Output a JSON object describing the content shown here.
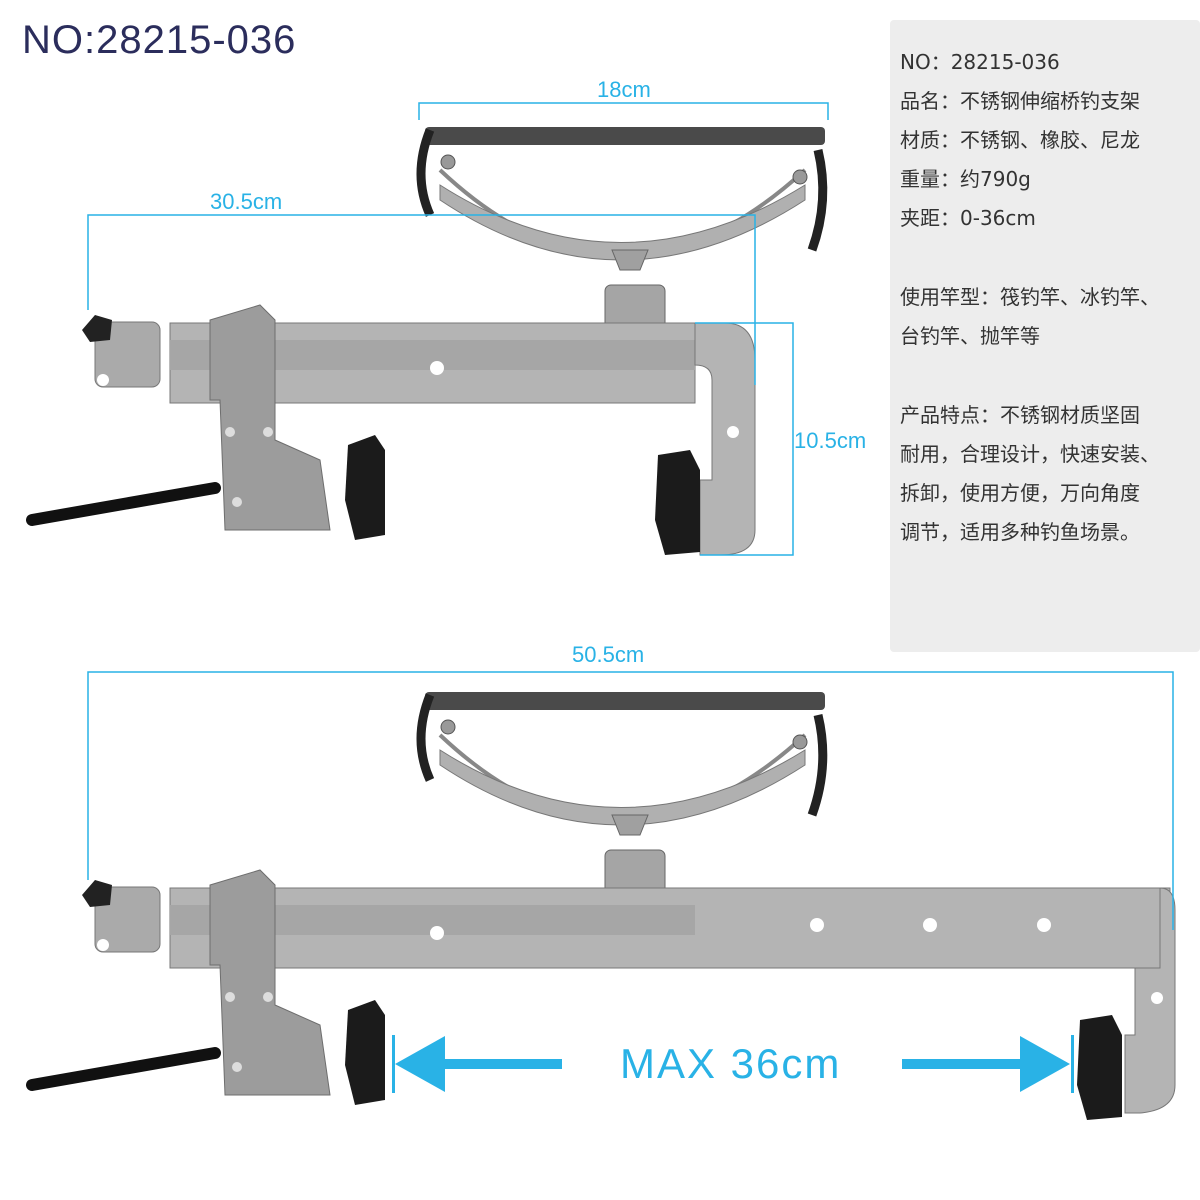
{
  "title": "NO:28215-036",
  "specs": {
    "lines": [
      "NO：28215-036",
      "品名：不锈钢伸缩桥钓支架",
      "材质：不锈钢、橡胶、尼龙",
      "重量：约790g",
      "夹距：0-36cm",
      "使用竿型：筏钓竿、冰钓竿、",
      "台钓竿、抛竿等",
      "产品特点：不锈钢材质坚固",
      "耐用，合理设计，快速安装、",
      "拆卸，使用方便，万向角度",
      "调节，适用多种钓鱼场景。"
    ]
  },
  "dimensions": {
    "rod_width": "18cm",
    "closed_length": "30.5cm",
    "hook_depth": "10.5cm",
    "extended_length": "50.5cm",
    "max_clamp": "MAX 36cm"
  },
  "colors": {
    "accent": "#29b2e6",
    "title": "#2b2d5c",
    "panel": "#ededed"
  }
}
